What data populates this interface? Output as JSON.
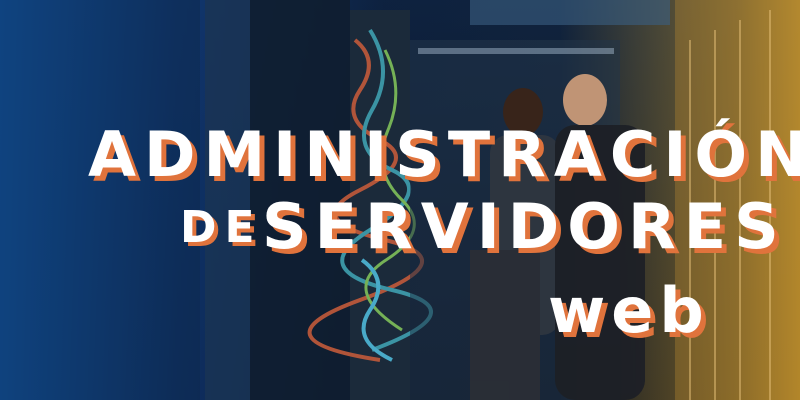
{
  "banner": {
    "line1": "ADMINISTRACIÓN",
    "line2_prefix": "DE",
    "line2_main": "SERVIDORES",
    "line3": "web"
  },
  "colors": {
    "text": "#ffffff",
    "shadow_accent": "#e0733c",
    "left_tint": "#146ed2",
    "right_tint": "#e6aa28"
  }
}
